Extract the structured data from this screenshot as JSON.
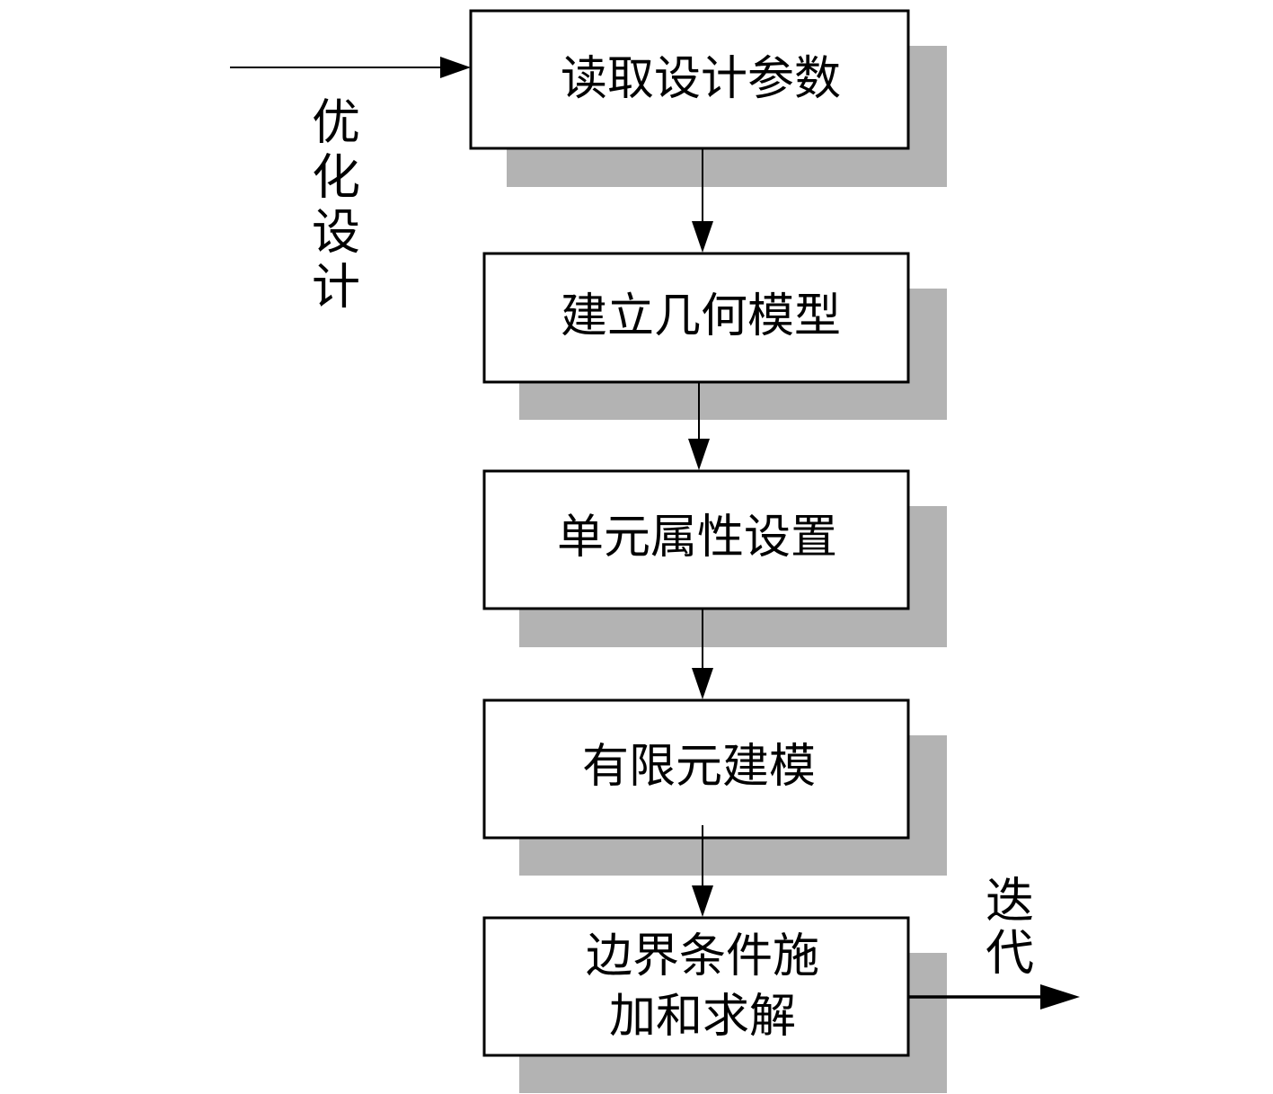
{
  "diagram": {
    "input_label": "优化设计",
    "output_label": "迭代",
    "steps": [
      {
        "lines": [
          "读取设计参数"
        ]
      },
      {
        "lines": [
          "建立几何模型"
        ]
      },
      {
        "lines": [
          "单元属性设置"
        ]
      },
      {
        "lines": [
          "有限元建模"
        ]
      },
      {
        "lines": [
          "边界条件施",
          "加和求解"
        ]
      }
    ]
  }
}
